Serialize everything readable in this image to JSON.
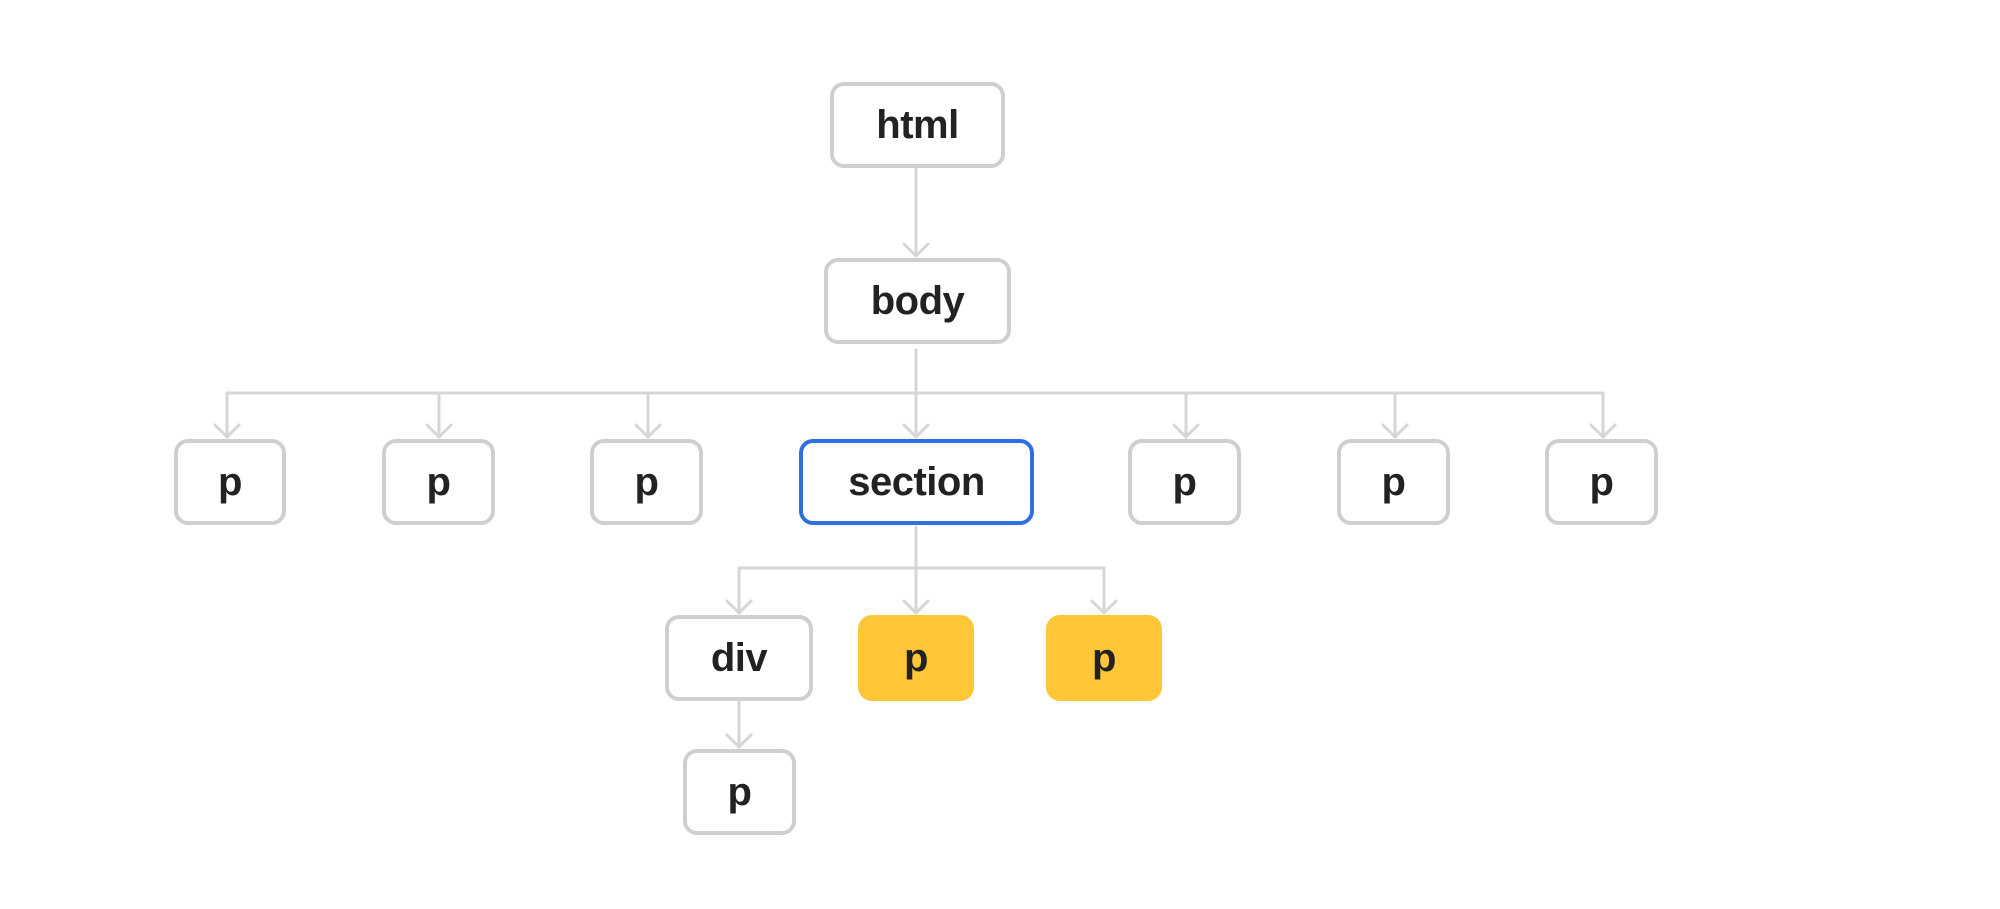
{
  "diagram": {
    "nodes": {
      "html": "html",
      "body": "body",
      "p1": "p",
      "p2": "p",
      "p3": "p",
      "section": "section",
      "p4": "p",
      "p5": "p",
      "p6": "p",
      "div": "div",
      "p7": "p",
      "p8": "p",
      "p9": "p"
    },
    "states": {
      "section": "selected",
      "p7": "highlighted",
      "p8": "highlighted"
    },
    "colors": {
      "edge": "#d6d6d6",
      "node_border": "#cfcfcf",
      "selected_border": "#2f6fe0",
      "highlight_fill": "#ffc637",
      "text": "#222222"
    }
  }
}
